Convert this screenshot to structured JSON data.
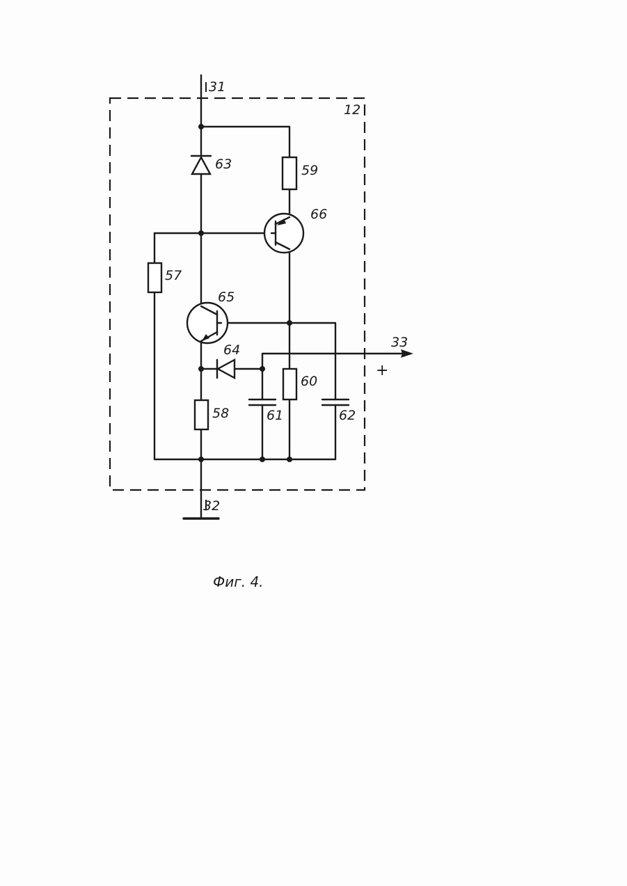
{
  "labels": {
    "terminal_top": "31",
    "terminal_bottom": "32",
    "terminal_output": "33",
    "output_polarity": "+",
    "block": "12",
    "resistor_57": "57",
    "resistor_58": "58",
    "resistor_59": "59",
    "resistor_60": "60",
    "capacitor_61": "61",
    "capacitor_62": "62",
    "diode_63": "63",
    "diode_64": "64",
    "transistor_65": "65",
    "transistor_66": "66"
  },
  "caption": "Фиг. 4."
}
